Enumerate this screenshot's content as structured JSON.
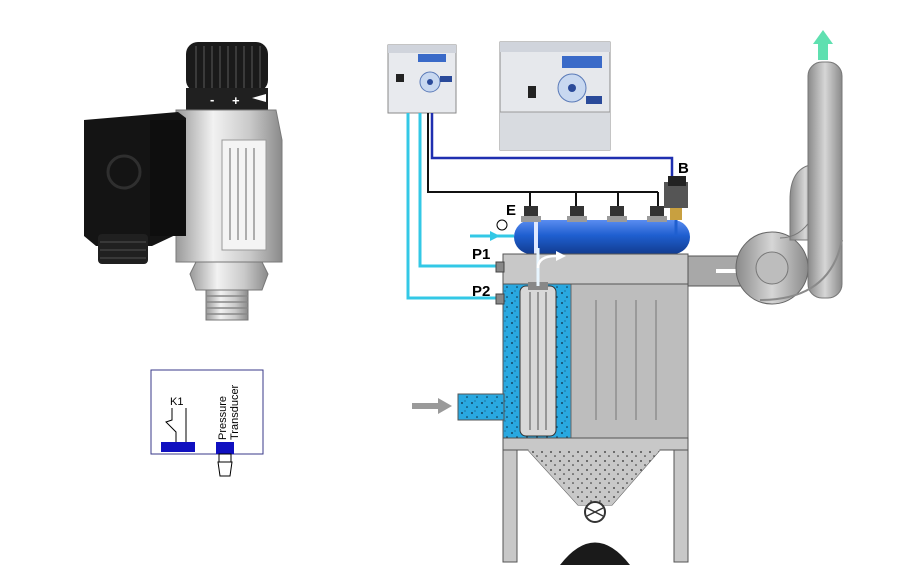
{
  "labels": {
    "b": "B",
    "e": "E",
    "p1": "P1",
    "p2": "P2",
    "k1": "K1",
    "pressure": "Pressure",
    "transducer": "Transducer"
  },
  "switch_dial": {
    "minus": "-",
    "plus": "+"
  },
  "colors": {
    "cyan_tube": "#33c8e6",
    "navy_tube": "#1f2fb0",
    "blue_tank": "#1f5fd0",
    "hopper_grey": "#c8c8c8",
    "dust_blue": "#29a8e0",
    "arrow_green": "#5fe0b0"
  }
}
